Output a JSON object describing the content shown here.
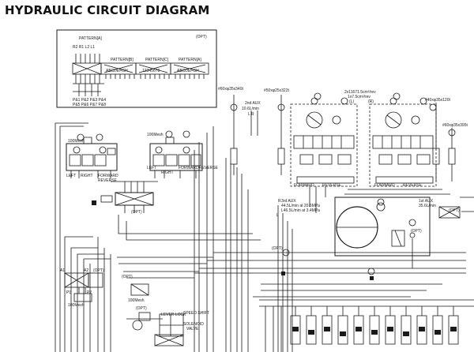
{
  "title": "HYDRAULIC CIRCUIT DIAGRAM",
  "pattern_box": {
    "opt": "(OPT)",
    "pattern_a": "PATTERN[A]",
    "pattern_b": "PATTERN[B]",
    "pattern_c": "PATTERN[C]",
    "pattern_a2": "PATTERN[A]",
    "ports_top": "R2 R1 L2 L1",
    "ports_bottom": "P&1 P&2 P&3 P&4",
    "ports_bottom2": "P&5 P&6 P&7 P&8",
    "row_a": "ABCDEFGH",
    "row_b": "12345678",
    "row_c": "ABCDEFGH"
  },
  "labels": {
    "aux2": "2nd AUX",
    "aux2_flow": "10.6L/min",
    "aux2_lr": "L  R",
    "hose_left": "#60xφ35x340t",
    "hose_mid": "#50xφ25x322t",
    "hose_right": "#40xφ35x120t",
    "hose_far": "#60xφ35x395t",
    "motor_spec": "2x11671.5cm³/rev",
    "motor_spec2": "1x7.5cm³/rev",
    "bracket_l": "(L)",
    "bracket_r": "(R)",
    "mesh_left": "100Mesh",
    "mesh_mid": "100Mesh",
    "mesh_bottom": "100Mesh",
    "mesh_bottom2": "100Mesh",
    "left1": "LEFT",
    "right1": "RIGHT",
    "forward1": "FORWARD",
    "reverse1": "REVERSE",
    "left2": "LEFT",
    "right2": "RIGHT",
    "forward2": "FORWARD",
    "reverse2": "REVERSE",
    "opt_a": "(OPT)",
    "opt_b": "(OPT)",
    "opt_c": "(OPT)",
    "opt_d": "(OPT)",
    "opt_e": "(OPT)",
    "opt_f": "(OPT)",
    "opt_g": "(OPT)",
    "forward_lbl": "FORWARD",
    "reverse_lbl": "REVERSE",
    "forward_lbl2": "FORWARD",
    "reverse_lbl2": "REVERSE",
    "aux3": "3rd AUX",
    "aux3_flow": "44.5L/min at 20.6MPa",
    "aux3_flow2": "L46.5L/min at 3.4MPa",
    "aux1": "1st AUX",
    "aux1_flow": "35.6L/min",
    "lever_lock": "LEVER LOCK",
    "speed_shift": "SPEED SHIFT",
    "solenoid": "SOLENOID",
    "valve": "VALVE",
    "a1": "A1",
    "a2": "A2",
    "p1": "P1",
    "p2": "P2",
    "r_label": "R",
    "l_label": "L"
  },
  "colors": {
    "line": "#1a1a1a",
    "background": "#ffffff"
  }
}
